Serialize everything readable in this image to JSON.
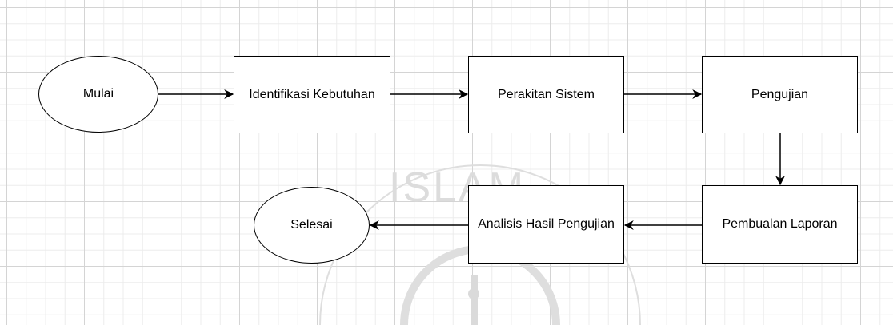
{
  "diagram": {
    "nodes": [
      {
        "id": "start",
        "label": "Mulai",
        "shape": "ellipse"
      },
      {
        "id": "identifikasi",
        "label": "Identifikasi Kebutuhan",
        "shape": "rectangle"
      },
      {
        "id": "perakitan",
        "label": "Perakitan Sistem",
        "shape": "rectangle"
      },
      {
        "id": "pengujian",
        "label": "Pengujian",
        "shape": "rectangle"
      },
      {
        "id": "laporan",
        "label": "Pembualan Laporan",
        "shape": "rectangle"
      },
      {
        "id": "analisis",
        "label": "Analisis Hasil Pengujian",
        "shape": "rectangle"
      },
      {
        "id": "end",
        "label": "Selesai",
        "shape": "ellipse"
      }
    ],
    "edges": [
      {
        "from": "start",
        "to": "identifikasi"
      },
      {
        "from": "identifikasi",
        "to": "perakitan"
      },
      {
        "from": "perakitan",
        "to": "pengujian"
      },
      {
        "from": "pengujian",
        "to": "laporan"
      },
      {
        "from": "laporan",
        "to": "analisis"
      },
      {
        "from": "analisis",
        "to": "end"
      }
    ]
  },
  "watermark": {
    "text": "ISLAM",
    "color": "#dcdcdc"
  },
  "colors": {
    "stroke": "#000000",
    "fill": "#ffffff",
    "grid_major": "#d4d4d4",
    "grid_minor": "#ececec"
  }
}
